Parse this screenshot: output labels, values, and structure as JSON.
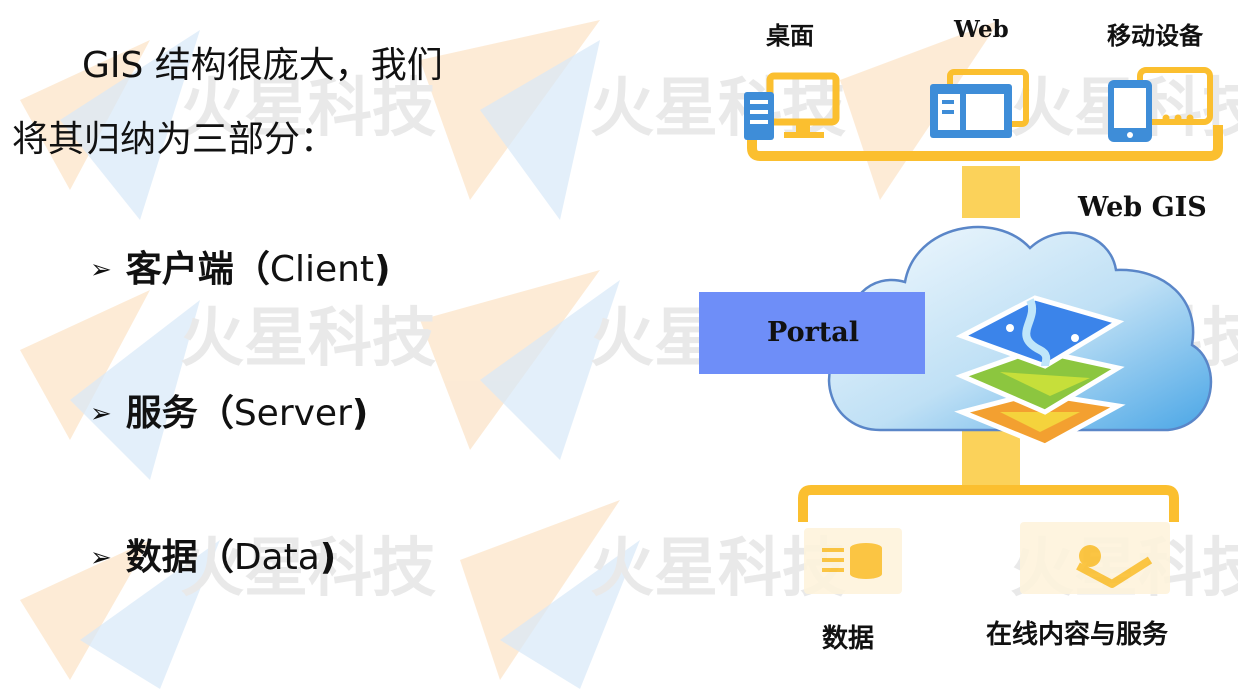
{
  "watermark": {
    "text": "火星科技"
  },
  "intro": {
    "line1": "GIS 结构很庞大，我们",
    "line2": "将其归纳为三部分："
  },
  "bullets": [
    {
      "zh": "客户端",
      "open": "（",
      "en": "Client",
      "close": ")"
    },
    {
      "zh": "服务",
      "open": "（",
      "en": "Server",
      "close": ")"
    },
    {
      "zh": "数据",
      "open": "（",
      "en": "Data",
      "close": ")"
    }
  ],
  "diagram": {
    "clients": [
      "桌面",
      "Web",
      "移动设备"
    ],
    "webgis_label": "Web GIS",
    "portal_label": "Portal",
    "data_labels": [
      "数据",
      "在线内容与服务"
    ]
  },
  "colors": {
    "accent": "#FBBF2F",
    "blue": "#3E8DD8",
    "portal": "#6E8EF8",
    "cloud": "#9ACDEB"
  }
}
